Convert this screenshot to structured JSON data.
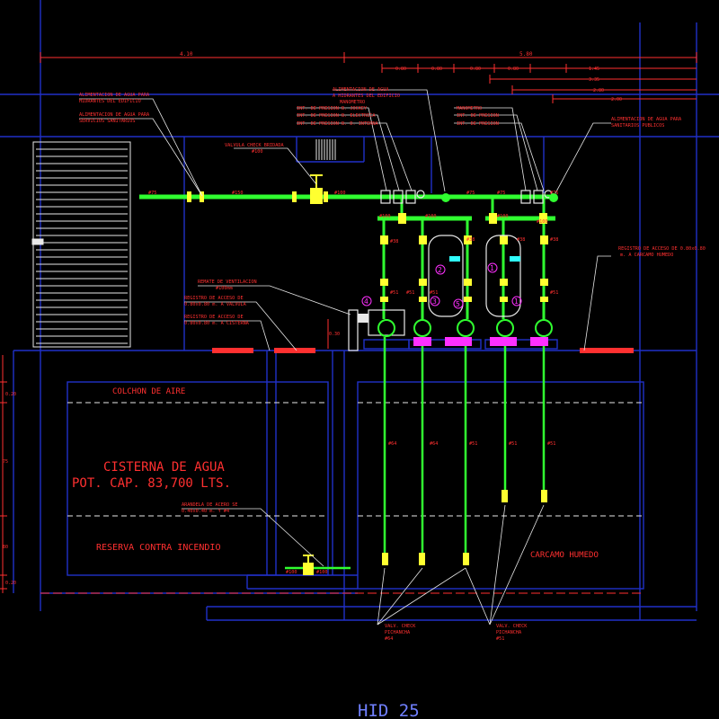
{
  "sheet_label": "HID 25",
  "dimensions": {
    "left_span": "4.10",
    "right_span": "5.80",
    "seg1": "0.80",
    "seg2": "0.80",
    "seg3": "0.80",
    "seg4": "0.80",
    "seg5": "1.45",
    "chain1": "3.35",
    "chain2": "2.80",
    "chain3": "2.00",
    "side1": "0.20",
    "side2": "75",
    "side3": "80",
    "side4": "0.20",
    "vent_dim": "0.30"
  },
  "notes": {
    "feed_hydrants_1": "ALIMENTACION DE AGUA PARA",
    "feed_hydrants_2": "HIDRANTES DEL EDIFICIO",
    "feed_services_1": "ALIMENTACION DE AGUA PARA",
    "feed_services_2": "SERVICIOS SANITARIOS",
    "check_valve_1": "VALVULA CHECK BRIDADA",
    "check_valve_2": "#100",
    "feed_hydrants_r1": "ALIMENTACION DE AGUA",
    "feed_hydrants_r2": "A HIDRANTES DEL EDIFICIO",
    "manometer_l": "MANOMETRO",
    "int_press_jockey": "INT. DE PRESION B. JOCKEY",
    "int_press_electric": "INT. DE PRESION B. ELECTRICA",
    "int_press_internal": "INT. DE PRESION B. D. INTERNA",
    "manometer_r": "MANOMETRO",
    "int_press_r1": "INT. DE PRESION",
    "int_press_r2": "INT. DE PRESION",
    "feed_public_1": "ALIMENTACION DE AGUA PARA",
    "feed_public_2": "SANITARIOS PUBLICOS",
    "vent_1": "REMATE DE VENTILACION",
    "vent_2": "#100mm",
    "access_valve_1": "REGISTRO DE ACCESO DE",
    "access_valve_2": "0.80x0.80 m. A VALVULA",
    "access_cistern_1": "REGISTRO DE ACCESO DE",
    "access_cistern_2": "0.80x0.80 m. A CISTERNA",
    "access_wet_1": "REGISTRO DE ACCESO DE 0.80x0.80",
    "access_wet_2": "m. A CARCAMO HUMEDO",
    "steel_ring_1": "ARANDELA DE ACERO SE",
    "steel_ring_2": "0.40x0.40 m. Y #4",
    "foot_valve_l1": "VALV. CHECK",
    "foot_valve_l2": "PICHANCHA",
    "foot_valve_l3": "#64",
    "foot_valve_r1": "VALV. CHECK",
    "foot_valve_r2": "PICHANCHA",
    "foot_valve_r3": "#51"
  },
  "zones": {
    "air_cushion": "COLCHON DE AIRE",
    "cistern_line1": "CISTERNA DE AGUA",
    "cistern_line2": "POT. CAP. 83,700 LTS.",
    "fire_reserve": "RESERVA CONTRA INCENDIO",
    "wet_pit": "CARCAMO HUMEDO"
  },
  "pipe_labels": {
    "p75a": "#75",
    "p150": "#150",
    "p100a": "#100",
    "p75b": "#75",
    "p75c": "#75",
    "p75d": "#75",
    "p100b": "#100",
    "p100c": "#100",
    "p100d": "#100",
    "p100e": "#100",
    "p38a": "#38",
    "p38b": "#38",
    "p38c": "#38",
    "p38d": "#38",
    "p51a": "#51",
    "p51b": "#51",
    "p51c": "#51",
    "p51d": "#51",
    "s64a": "#64",
    "s64b": "#64",
    "s51a": "#51",
    "s51b": "#51",
    "s51c": "#51",
    "v100a": "#100",
    "v100b": "#100"
  },
  "marks": {
    "m1": "1",
    "m2": "2",
    "m3": "3",
    "m4": "4",
    "m5": "5",
    "m6": "1"
  },
  "colors": {
    "background": "#000000",
    "structure": "#2030c8",
    "pipe": "#30ff30",
    "text": "#ff3030",
    "equipment": "#e8e8e8",
    "fitting": "#ffff30",
    "pump": "#ff30ff",
    "dimension": "#ff3030",
    "sheet_label": "#7080ff"
  }
}
